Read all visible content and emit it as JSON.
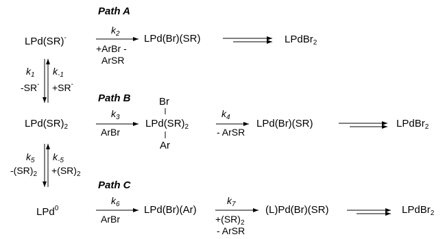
{
  "paths": {
    "a": "Path A",
    "b": "Path B",
    "c": "Path C"
  },
  "species": {
    "lpd_sr_anion": "LPd(SR)",
    "lpd_br_sr": "LPd(Br)(SR)",
    "lpdbr2": "LPdBr",
    "lpd_sr2": "LPd(SR)",
    "lpd_sr2_b": "LPd(SR)",
    "br": "Br",
    "ar": "Ar",
    "lpd0": "LPd",
    "lpd_br_ar": "LPd(Br)(Ar)",
    "l_pd_br_sr": "(L)Pd(Br)(SR)"
  },
  "sub2": "2",
  "minus": "-",
  "zero": "0",
  "rates": {
    "k": "k",
    "k2_sub": "2",
    "k1_sub": "1",
    "km1_sub": "-1",
    "k3_sub": "3",
    "k4_sub": "4",
    "k5_sub": "5",
    "km5_sub": "-5",
    "k6_sub": "6",
    "k7_sub": "7"
  },
  "conditions": {
    "a_line1": "+ArBr -",
    "a_line2": "ArSR",
    "minus_sr": "-SR",
    "plus_sr": "+SR",
    "arbr": "ArBr",
    "minus_arsr": "- ArSR",
    "minus_sr2": "-(SR)",
    "plus_sr2": "+(SR)"
  }
}
